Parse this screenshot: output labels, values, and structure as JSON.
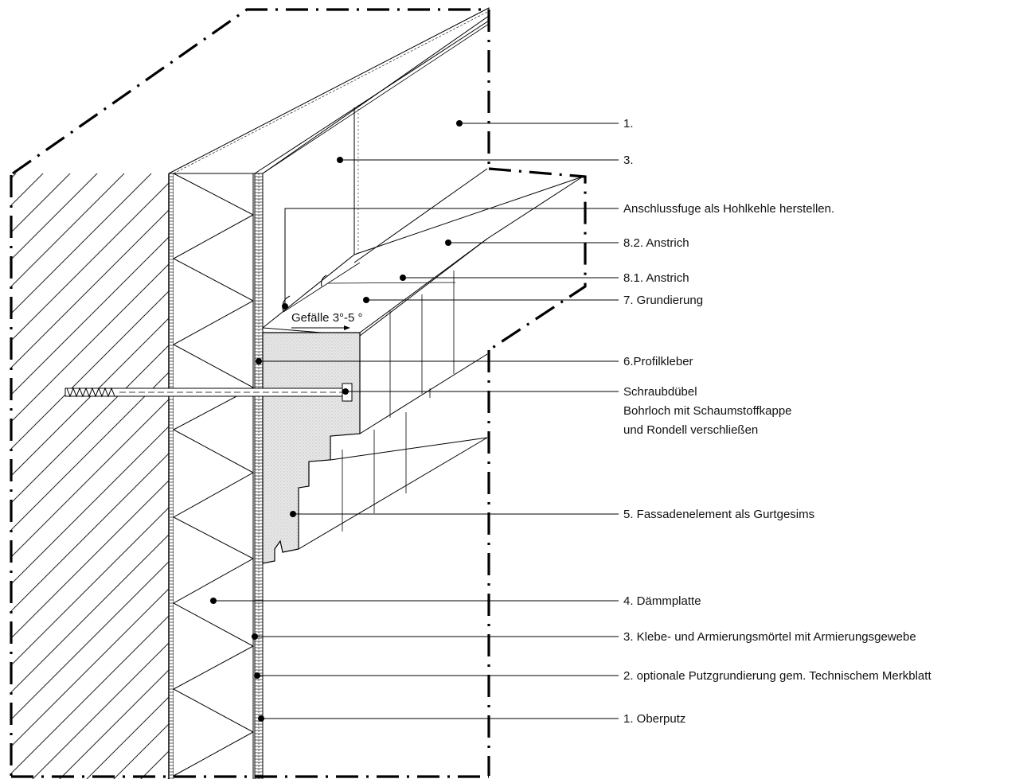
{
  "labels": {
    "l1": "1.",
    "l3": "3.",
    "anschluss": "Anschlussfuge als Hohlkehle herstellen.",
    "a82": "8.2. Anstrich",
    "a81": "8.1. Anstrich",
    "g7": "7. Grundierung",
    "p6": "6.Profilkleber",
    "schraub1": "Schraubdübel",
    "schraub2": "Bohrloch mit Schaumstoffkappe",
    "schraub3": "und Rondell verschließen",
    "f5": "5. Fassadenelement als Gurtgesims",
    "d4": "4. Dämmplatte",
    "k3": "3. Klebe- und Armierungsmörtel mit Armierungsgewebe",
    "o2": "2. optionale Putzgrundierung gem. Technischem Merkblatt",
    "o1": "1. Oberputz"
  },
  "annotation": {
    "slope": "Gefälle 3°-5 °"
  }
}
